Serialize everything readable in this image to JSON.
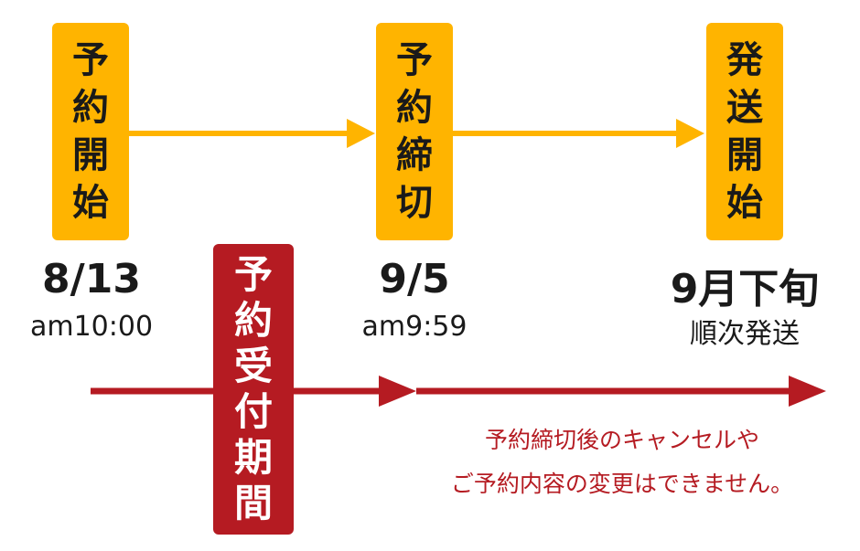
{
  "milestones": [
    {
      "label_chars": [
        "予",
        "約",
        "開",
        "始"
      ],
      "date": "8/13",
      "sub": "am10:00"
    },
    {
      "label_chars": [
        "予",
        "約",
        "締",
        "切"
      ],
      "date": "9/5",
      "sub": "am9:59"
    },
    {
      "label_chars": [
        "発",
        "送",
        "開",
        "始"
      ],
      "date": "9月下旬",
      "sub": "順次発送"
    }
  ],
  "period": {
    "label_chars": [
      "予",
      "約",
      "受",
      "付",
      "期",
      "間"
    ]
  },
  "notes": {
    "line1": "予約締切後のキャンセルや",
    "line2": "ご予約内容の変更はできません。"
  },
  "colors": {
    "yellow": "#FFB400",
    "red": "#B51B22",
    "text": "#1a1a1a"
  }
}
